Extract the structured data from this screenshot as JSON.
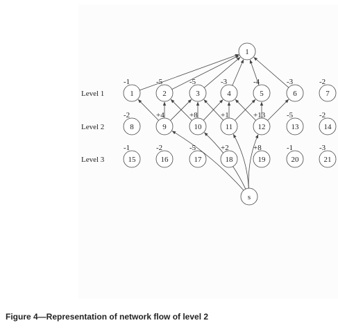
{
  "levels": [
    "Level 1",
    "Level 2",
    "Level 3"
  ],
  "sink": {
    "id": "t",
    "label": "1"
  },
  "source": {
    "id": "s",
    "label": "s"
  },
  "nodes": [
    {
      "id": "1",
      "label": "1",
      "weight": "-1"
    },
    {
      "id": "2",
      "label": "2",
      "weight": "-5"
    },
    {
      "id": "3",
      "label": "3",
      "weight": "-5"
    },
    {
      "id": "4",
      "label": "4",
      "weight": "-3"
    },
    {
      "id": "5",
      "label": "5",
      "weight": "-4"
    },
    {
      "id": "6",
      "label": "6",
      "weight": "-3"
    },
    {
      "id": "7",
      "label": "7",
      "weight": "-2"
    },
    {
      "id": "8",
      "label": "8",
      "weight": "-2"
    },
    {
      "id": "9",
      "label": "9",
      "weight": "+4"
    },
    {
      "id": "10",
      "label": "10",
      "weight": "+8"
    },
    {
      "id": "11",
      "label": "11",
      "weight": "+1"
    },
    {
      "id": "12",
      "label": "12",
      "weight": "+13"
    },
    {
      "id": "13",
      "label": "13",
      "weight": "-5"
    },
    {
      "id": "14",
      "label": "14",
      "weight": "-2"
    },
    {
      "id": "15",
      "label": "15",
      "weight": "-1"
    },
    {
      "id": "16",
      "label": "16",
      "weight": "-2"
    },
    {
      "id": "17",
      "label": "17",
      "weight": "-5"
    },
    {
      "id": "18",
      "label": "18",
      "weight": "+2"
    },
    {
      "id": "19",
      "label": "19",
      "weight": "+8"
    },
    {
      "id": "20",
      "label": "20",
      "weight": "-1"
    },
    {
      "id": "21",
      "label": "21",
      "weight": "-3"
    }
  ],
  "edges": [
    [
      "1",
      "t"
    ],
    [
      "2",
      "t"
    ],
    [
      "3",
      "t"
    ],
    [
      "4",
      "t"
    ],
    [
      "5",
      "t"
    ],
    [
      "6",
      "t"
    ],
    [
      "9",
      "1"
    ],
    [
      "9",
      "2"
    ],
    [
      "9",
      "3"
    ],
    [
      "10",
      "2"
    ],
    [
      "10",
      "3"
    ],
    [
      "10",
      "4"
    ],
    [
      "11",
      "3"
    ],
    [
      "11",
      "4"
    ],
    [
      "11",
      "5"
    ],
    [
      "12",
      "4"
    ],
    [
      "12",
      "5"
    ],
    [
      "12",
      "6"
    ],
    [
      "s",
      "9"
    ],
    [
      "s",
      "10"
    ],
    [
      "s",
      "11"
    ],
    [
      "s",
      "12"
    ]
  ],
  "caption": "Figure 4—Representation of network flow of level 2",
  "colors": {
    "line": "#444444",
    "node_fill": "#ffffff",
    "text": "#222222"
  }
}
